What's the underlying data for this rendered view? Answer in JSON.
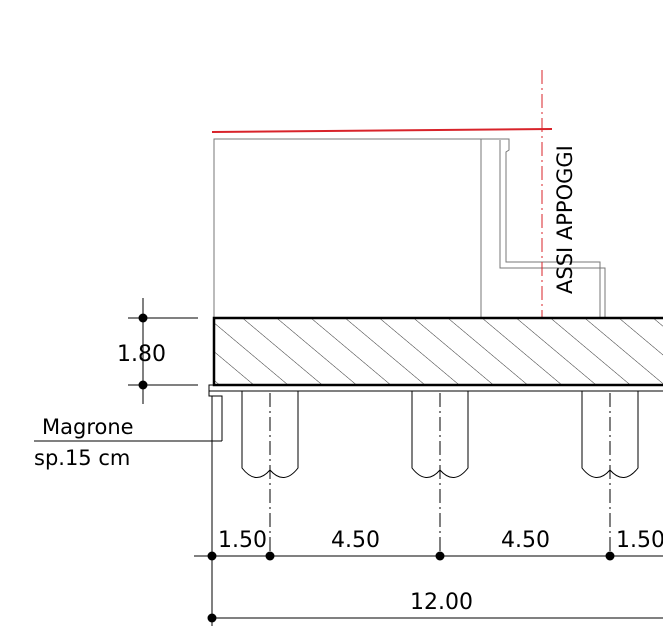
{
  "labels": {
    "axis_label": "ASSI APPOGGI",
    "thickness": "1.80",
    "magrone_line1": "Magrone",
    "magrone_line2": "sp.15  cm"
  },
  "dimensions": {
    "spans": [
      "1.50",
      "4.50",
      "4.50",
      "1.50"
    ],
    "total": "12.00"
  },
  "colors": {
    "line": "#000000",
    "red": "#d8232a",
    "grey": "#777777"
  }
}
